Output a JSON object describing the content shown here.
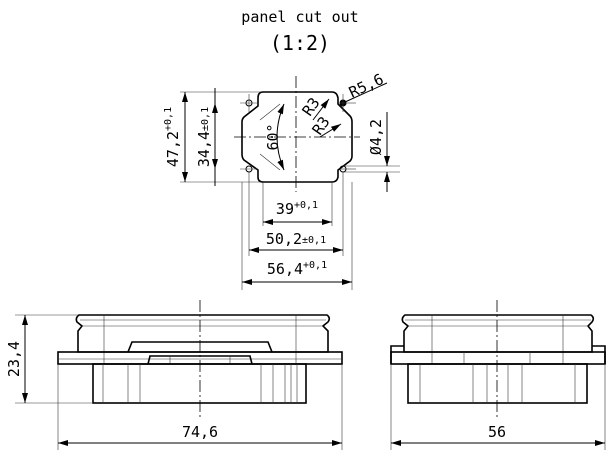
{
  "title": "panel cut out",
  "scale": "(1:2)",
  "cutout_dimensions": {
    "height_outer": "47,2",
    "height_outer_tol": "+0,1",
    "height_holes": "34,4",
    "height_holes_tol": "±0,1",
    "width_inner": "39",
    "width_inner_tol": "+0,1",
    "width_holes": "50,2",
    "width_holes_tol": "±0,1",
    "width_outer": "56,4",
    "width_outer_tol": "+0,1",
    "angle": "60°",
    "radius_a": "R3",
    "radius_b": "R3",
    "radius_hole": "R5,6",
    "hole_diameter": "Ø4,2"
  },
  "side_view": {
    "height": "23,4",
    "width": "74,6"
  },
  "front_view": {
    "width": "56"
  }
}
